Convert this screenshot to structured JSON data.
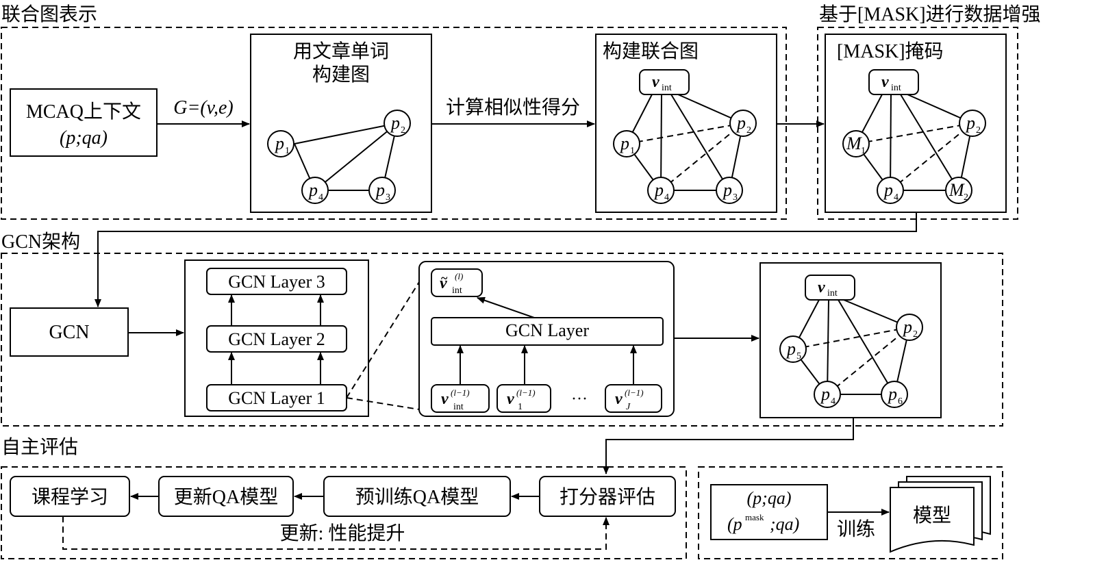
{
  "sections": {
    "joint_graph": "联合图表示",
    "mask_aug": "基于[MASK]进行数据增强",
    "gcn_arch": "GCN架构",
    "self_eval": "自主评估"
  },
  "boxes": {
    "mcaq": {
      "line1": "MCAQ上下文",
      "line2": "(p;qa)"
    },
    "word_graph": {
      "line1": "用文章单词",
      "line2": "构建图"
    },
    "joint_build": "构建联合图",
    "mask_code": "[MASK]掩码",
    "gcn": "GCN",
    "gcn_layer_1": "GCN Layer 1",
    "gcn_layer_2": "GCN Layer 2",
    "gcn_layer_3": "GCN Layer 3",
    "gcn_layer": "GCN Layer",
    "curriculum": "课程学习",
    "update_qa": "更新QA模型",
    "pretrain_qa": "预训练QA模型",
    "scorer": "打分器评估",
    "model": "模型"
  },
  "edges": {
    "g_def": "G=(v,e)",
    "similarity": "计算相似性得分",
    "update_perf": "更新: 性能提升",
    "train": "训练"
  },
  "train_inputs": {
    "line1": "(p;qa)",
    "line2_base": "(p",
    "line2_sup": "mask",
    "line2_tail": ";qa)"
  },
  "nodes": {
    "v_int": "v",
    "int_sub": "int",
    "p": "p",
    "M": "M",
    "sub1": "1",
    "sub2": "2",
    "sub3": "3",
    "sub4": "4",
    "sub5": "5",
    "sub6": "6",
    "ellipsis": "···",
    "sup_l": "(l)",
    "sup_lm1": "(l−1)",
    "sub_J": "J"
  }
}
